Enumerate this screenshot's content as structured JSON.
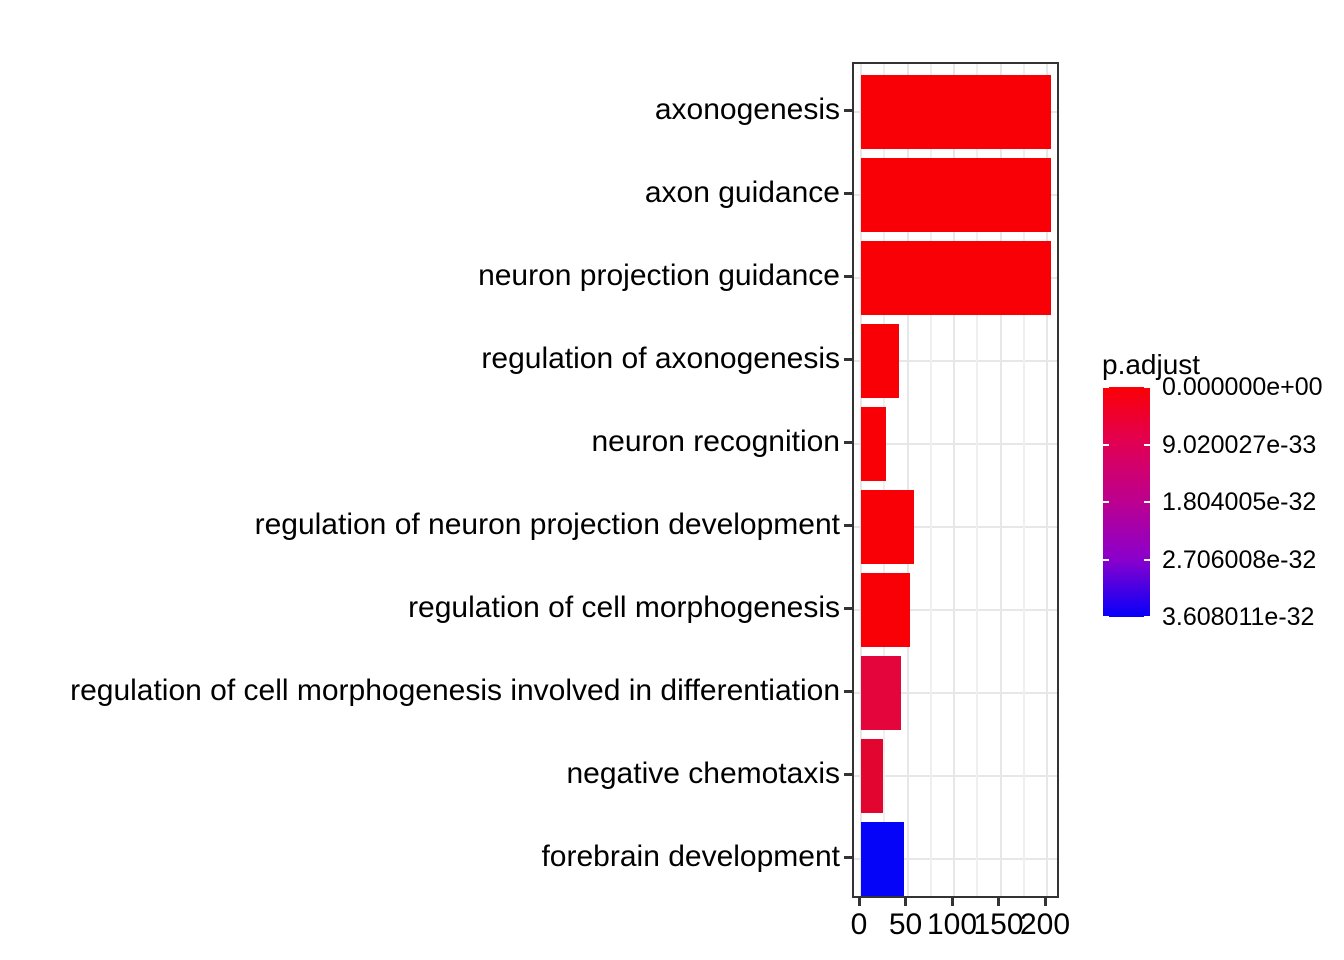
{
  "figure": {
    "background": "#FFFFFF",
    "text_color": "#000000"
  },
  "chart_data": {
    "type": "bar",
    "orientation": "horizontal",
    "title": "",
    "xlabel": "",
    "ylabel": "",
    "categories": [
      "axonogenesis",
      "axon guidance",
      "neuron projection guidance",
      "regulation of axonogenesis",
      "neuron recognition",
      "regulation of neuron projection development",
      "regulation of cell morphogenesis",
      "regulation of cell morphogenesis involved in differentiation",
      "negative chemotaxis",
      "forebrain development"
    ],
    "values": [
      204,
      204,
      204,
      41,
      27,
      57,
      53,
      43,
      24,
      46
    ],
    "bar_colors": [
      "#F90006",
      "#F90006",
      "#F90006",
      "#F90006",
      "#F90006",
      "#F90006",
      "#F90006",
      "#E4053C",
      "#E20530",
      "#0503F8"
    ],
    "p_adjust_approx": [
      "~0",
      "~0",
      "~0",
      "~0",
      "~0",
      "~0",
      "~0",
      "~5e-33",
      "~4e-33",
      "~3.6e-32"
    ],
    "x_ticks": [
      0,
      50,
      100,
      150,
      200
    ],
    "x_tick_labels": [
      "0",
      "50",
      "100",
      "150",
      "200"
    ],
    "x_minor_ticks": [
      25,
      75,
      125,
      175
    ],
    "xlim": [
      0,
      215
    ],
    "grid": {
      "vertical": "major+minor",
      "horizontal": "major",
      "major_color": "#E7E7E7",
      "minor_color": "#EFEFEF"
    },
    "panel_border_color": "#333333",
    "legend": {
      "title": "p.adjust",
      "type": "colorbar",
      "position": "right",
      "reversed": true,
      "tick_labels": [
        "0.000000e+00",
        "9.020027e-33",
        "1.804005e-32",
        "2.706008e-32",
        "3.608011e-32"
      ],
      "gradient_stops": [
        "#FC0006",
        "#E00055",
        "#BC0090",
        "#8A00CC",
        "#0500FA"
      ]
    }
  }
}
